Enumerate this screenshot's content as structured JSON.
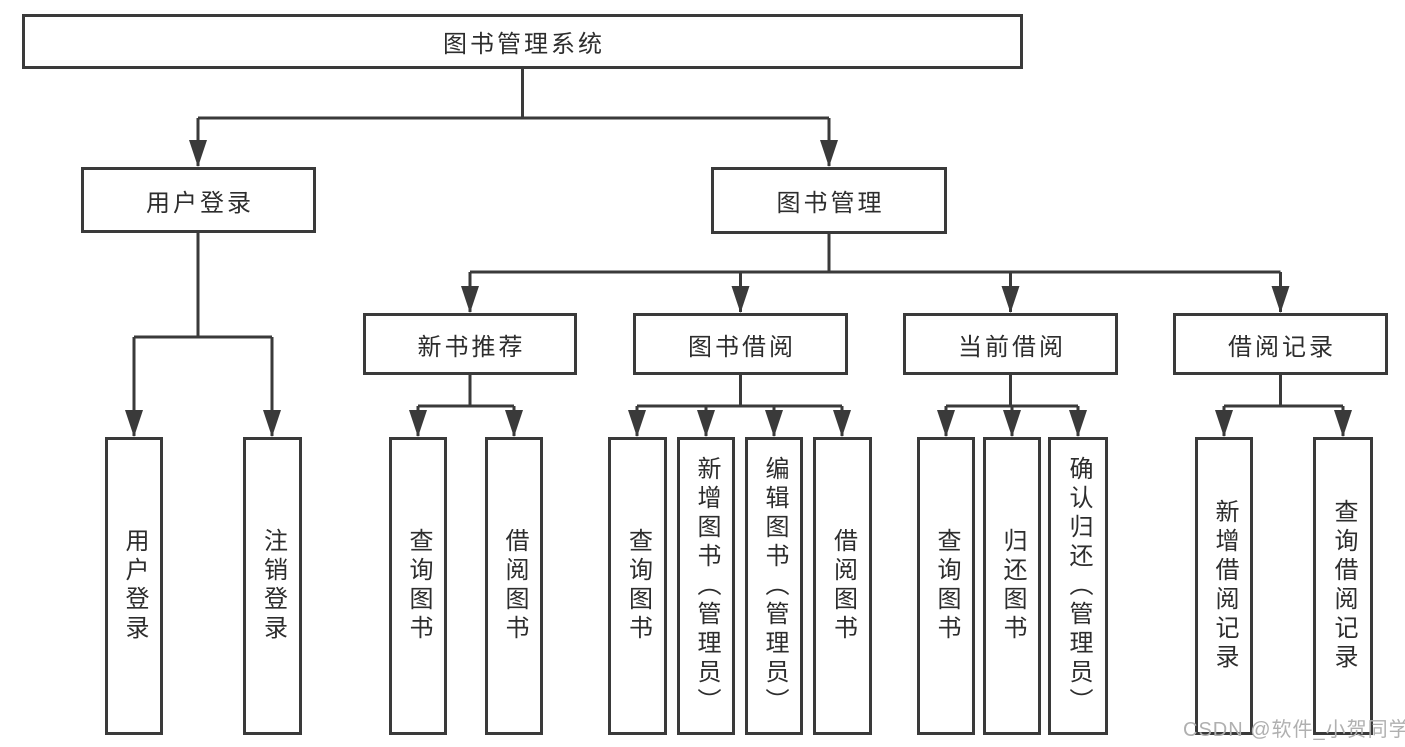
{
  "colors": {
    "line": "#3a3a3a",
    "box_border": "#3a3a3a",
    "box_fill": "#ffffff",
    "text": "#2d2d2d",
    "watermark": "#b0b0b0",
    "background": "#ffffff"
  },
  "diagram": {
    "root": {
      "label": "图书管理系统"
    },
    "branches": [
      {
        "label": "用户登录",
        "children": [
          {
            "label": "用户登录"
          },
          {
            "label": "注销登录"
          }
        ]
      },
      {
        "label": "图书管理",
        "children": [
          {
            "label": "新书推荐",
            "children": [
              {
                "label": "查询图书"
              },
              {
                "label": "借阅图书"
              }
            ]
          },
          {
            "label": "图书借阅",
            "children": [
              {
                "label": "查询图书"
              },
              {
                "label": "新增图书（管理员）"
              },
              {
                "label": "编辑图书（管理员）"
              },
              {
                "label": "借阅图书"
              }
            ]
          },
          {
            "label": "当前借阅",
            "children": [
              {
                "label": "查询图书"
              },
              {
                "label": "归还图书"
              },
              {
                "label": "确认归还（管理员）"
              }
            ]
          },
          {
            "label": "借阅记录",
            "children": [
              {
                "label": "新增借阅记录"
              },
              {
                "label": "查询借阅记录"
              }
            ]
          }
        ]
      }
    ],
    "watermark": "CSDN @软件_小贺同学"
  }
}
